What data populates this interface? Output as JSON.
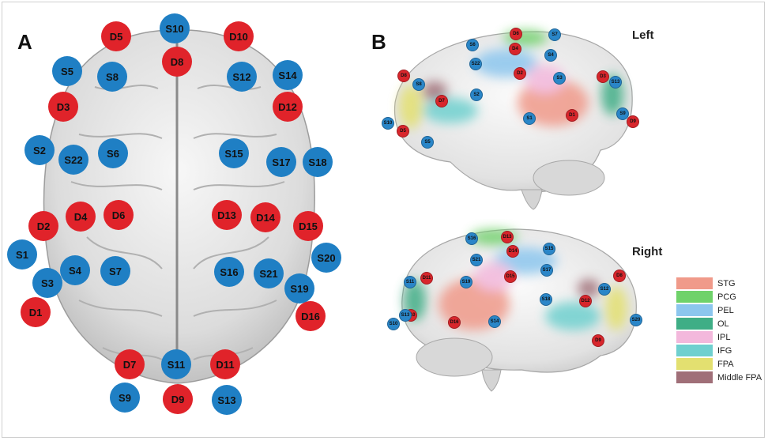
{
  "panels": {
    "a": "A",
    "b": "B"
  },
  "views": {
    "left": "Left",
    "right": "Right"
  },
  "top_optodes": [
    {
      "label": "S10",
      "kind": "source"
    },
    {
      "label": "D5",
      "kind": "detector"
    },
    {
      "label": "D10",
      "kind": "detector"
    },
    {
      "label": "D8",
      "kind": "detector"
    },
    {
      "label": "S5",
      "kind": "source"
    },
    {
      "label": "S8",
      "kind": "source"
    },
    {
      "label": "S12",
      "kind": "source"
    },
    {
      "label": "S14",
      "kind": "source"
    },
    {
      "label": "D3",
      "kind": "detector"
    },
    {
      "label": "D12",
      "kind": "detector"
    },
    {
      "label": "S2",
      "kind": "source"
    },
    {
      "label": "S22",
      "kind": "source"
    },
    {
      "label": "S6",
      "kind": "source"
    },
    {
      "label": "S15",
      "kind": "source"
    },
    {
      "label": "S17",
      "kind": "source"
    },
    {
      "label": "S18",
      "kind": "source"
    },
    {
      "label": "D4",
      "kind": "detector"
    },
    {
      "label": "D6",
      "kind": "detector"
    },
    {
      "label": "D13",
      "kind": "detector"
    },
    {
      "label": "D14",
      "kind": "detector"
    },
    {
      "label": "D2",
      "kind": "detector"
    },
    {
      "label": "D15",
      "kind": "detector"
    },
    {
      "label": "S1",
      "kind": "source"
    },
    {
      "label": "S20",
      "kind": "source"
    },
    {
      "label": "S4",
      "kind": "source"
    },
    {
      "label": "S7",
      "kind": "source"
    },
    {
      "label": "S16",
      "kind": "source"
    },
    {
      "label": "S21",
      "kind": "source"
    },
    {
      "label": "S3",
      "kind": "source"
    },
    {
      "label": "S19",
      "kind": "source"
    },
    {
      "label": "D1",
      "kind": "detector"
    },
    {
      "label": "D16",
      "kind": "detector"
    },
    {
      "label": "D7",
      "kind": "detector"
    },
    {
      "label": "S11",
      "kind": "source"
    },
    {
      "label": "D11",
      "kind": "detector"
    },
    {
      "label": "S9",
      "kind": "source"
    },
    {
      "label": "D9",
      "kind": "detector"
    },
    {
      "label": "S13",
      "kind": "source"
    }
  ],
  "left_optodes": [
    {
      "label": "D6",
      "kind": "detector"
    },
    {
      "label": "S7",
      "kind": "source"
    },
    {
      "label": "D4",
      "kind": "detector"
    },
    {
      "label": "S4",
      "kind": "source"
    },
    {
      "label": "S6",
      "kind": "source"
    },
    {
      "label": "S22",
      "kind": "source"
    },
    {
      "label": "D2",
      "kind": "detector"
    },
    {
      "label": "S3",
      "kind": "source"
    },
    {
      "label": "D8",
      "kind": "detector"
    },
    {
      "label": "S8",
      "kind": "source"
    },
    {
      "label": "D3",
      "kind": "detector"
    },
    {
      "label": "S2",
      "kind": "source"
    },
    {
      "label": "D7",
      "kind": "detector"
    },
    {
      "label": "S13",
      "kind": "source"
    },
    {
      "label": "S10",
      "kind": "source"
    },
    {
      "label": "D5",
      "kind": "detector"
    },
    {
      "label": "S5",
      "kind": "source"
    },
    {
      "label": "S1",
      "kind": "source"
    },
    {
      "label": "D1",
      "kind": "detector"
    },
    {
      "label": "S9",
      "kind": "source"
    },
    {
      "label": "D9",
      "kind": "detector"
    }
  ],
  "right_optodes": [
    {
      "label": "S16",
      "kind": "source"
    },
    {
      "label": "D13",
      "kind": "detector"
    },
    {
      "label": "S15",
      "kind": "source"
    },
    {
      "label": "D14",
      "kind": "detector"
    },
    {
      "label": "S21",
      "kind": "source"
    },
    {
      "label": "S17",
      "kind": "source"
    },
    {
      "label": "S11",
      "kind": "source"
    },
    {
      "label": "D11",
      "kind": "detector"
    },
    {
      "label": "S19",
      "kind": "source"
    },
    {
      "label": "D15",
      "kind": "detector"
    },
    {
      "label": "D8",
      "kind": "detector"
    },
    {
      "label": "S12",
      "kind": "source"
    },
    {
      "label": "S18",
      "kind": "source"
    },
    {
      "label": "D12",
      "kind": "detector"
    },
    {
      "label": "D10",
      "kind": "detector"
    },
    {
      "label": "S13",
      "kind": "source"
    },
    {
      "label": "D16",
      "kind": "detector"
    },
    {
      "label": "S20",
      "kind": "source"
    },
    {
      "label": "S14",
      "kind": "source"
    },
    {
      "label": "D9",
      "kind": "detector"
    },
    {
      "label": "S10",
      "kind": "source"
    }
  ],
  "legend": [
    {
      "label": "STG",
      "color": "#f09a8a"
    },
    {
      "label": "PCG",
      "color": "#6fd26a"
    },
    {
      "label": "PEL",
      "color": "#8cc6ee"
    },
    {
      "label": "OL",
      "color": "#3fae86"
    },
    {
      "label": "IPL",
      "color": "#f3b8dc"
    },
    {
      "label": "IFG",
      "color": "#6fd0cf"
    },
    {
      "label": "FPA",
      "color": "#e3e070"
    },
    {
      "label": "Middle FPA",
      "color": "#a06f78"
    }
  ]
}
